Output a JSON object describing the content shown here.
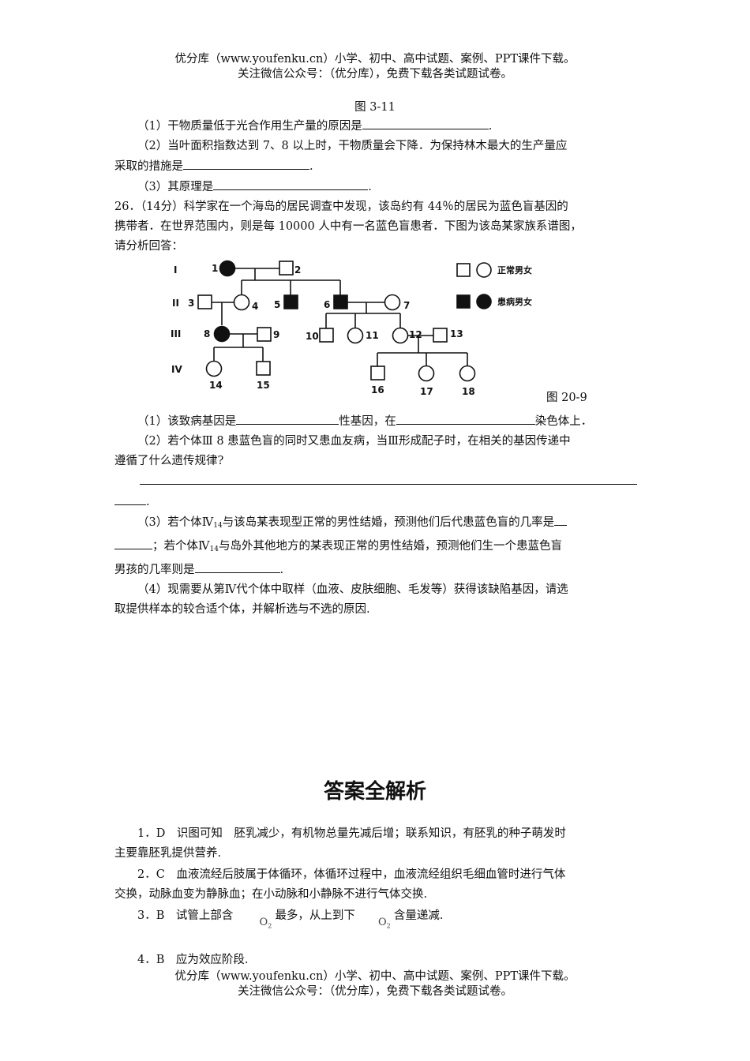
{
  "header": {
    "line1": "优分库（www.youfenku.cn）小学、初中、高中试题、案例、PPT课件下载。",
    "line2": "关注微信公众号：（优分库），免费下载各类试题试卷。"
  },
  "footer": {
    "line1": "优分库（www.youfenku.cn）小学、初中、高中试题、案例、PPT课件下载。",
    "line2": "关注微信公众号：（优分库），免费下载各类试题试卷。"
  },
  "fig311": "图 3-11",
  "q25": {
    "s1": "（1）干物质量低于光合作用生产量的原因是",
    "s1_end": ".",
    "s2a": "（2）当叶面积指数达到 7、8 以上时，干物质量会下降．为保持林木最大的生产量应",
    "s2b": "采取的措施是",
    "s2_end": ".",
    "s3": "（3）其原理是",
    "s3_end": "."
  },
  "q26": {
    "intro1": "26．（14分）科学家在一个海岛的居民调查中发现，该岛约有 44％的居民为蓝色盲基因的",
    "intro2": "携带者．在世界范围内，则是每 10000 人中有一名蓝色盲患者．下图为该岛某家族系谱图，",
    "intro3": "请分析回答：",
    "fig_caption": "图 20-9",
    "pedigree": {
      "generations": [
        "I",
        "II",
        "III",
        "IV"
      ],
      "legend_normal": "正常男女",
      "legend_affected": "患病男女",
      "ids": [
        "1",
        "2",
        "3",
        "4",
        "5",
        "6",
        "7",
        "8",
        "9",
        "10",
        "11",
        "12",
        "13",
        "14",
        "15",
        "16",
        "17",
        "18"
      ]
    },
    "q1a": "（1）该致病基因是",
    "q1b": "性基因，在",
    "q1c": "染色体上．",
    "q2a": "（2）若个体Ⅲ 8 患蓝色盲的同时又患血友病，当Ⅲ形成配子时，在相关的基因传递中",
    "q2b": "遵循了什么遗传规律?",
    "q2_end": ".",
    "q3a_pre": "（3）若个体Ⅳ",
    "q3a_sub": "14",
    "q3a_post": "与该岛某表现型正常的男性结婚，预测他们后代患蓝色盲的几率是",
    "q3b_pre": "；若个体Ⅳ",
    "q3b_sub": "14",
    "q3b_post": "与岛外其他地方的某表现正常的男性结婚，预测他们生一个患蓝色盲",
    "q3c": "男孩的几率则是",
    "q3_end": ".",
    "q4a": "（4）现需要从第Ⅳ代个体中取样（血液、皮肤细胞、毛发等）获得该缺陷基因，请选",
    "q4b": "取提供样本的较合适个体，并解析选与不选的原因."
  },
  "answers": {
    "title": "答案全解析",
    "a1a": "1．D　识图可知　胚乳减少，有机物总量先减后增；联系知识，有胚乳的种子萌发时",
    "a1b": "主要靠胚乳提供营养.",
    "a2a": "2．C　血液流经后肢属于体循环，体循环过程中，血液流经组织毛细血管时进行气体",
    "a2b": "交换，动脉血变为静脉血；在小动脉和小静脉不进行气体交换.",
    "a3a": "3．B　试管上部含",
    "o2": "O",
    "o2_sub": "2",
    "a3b": "最多，从上到下",
    "a3c": "含量递减.",
    "a4": "4．B　应为效应阶段."
  }
}
